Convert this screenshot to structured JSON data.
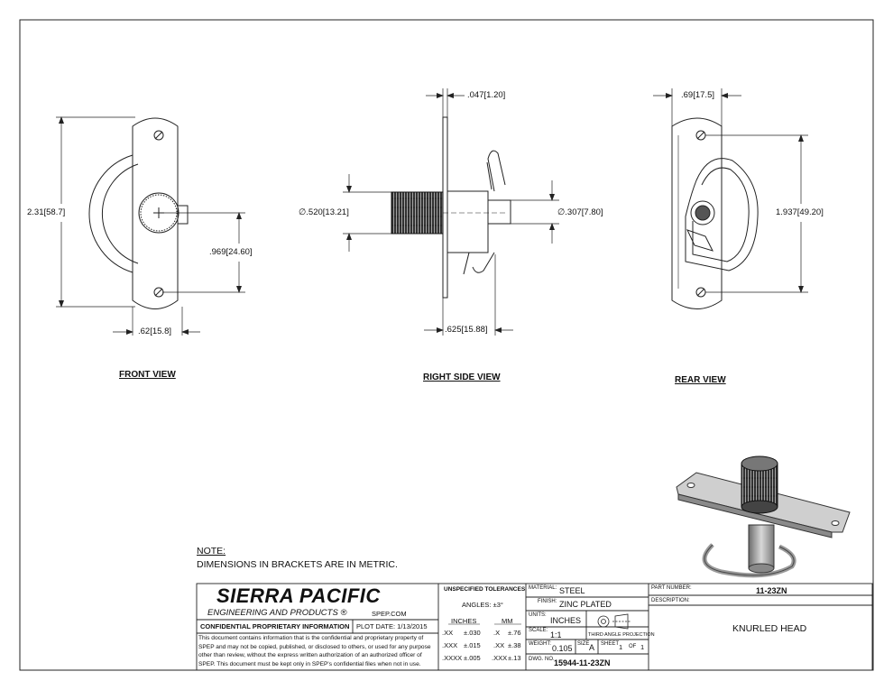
{
  "views": {
    "front": "FRONT VIEW",
    "side": "RIGHT SIDE VIEW",
    "rear": "REAR VIEW"
  },
  "dimensions": {
    "front_height": "2.31",
    "front_height_mm": "58.7",
    "front_hole_spacing": ".969",
    "front_hole_spacing_mm": "24.60",
    "front_width": ".62",
    "front_width_mm": "15.8",
    "side_thickness": ".047",
    "side_thickness_mm": "1.20",
    "side_knob_dia": "∅.520",
    "side_knob_dia_mm": "13.21",
    "side_pin_dia": "∅.307",
    "side_pin_dia_mm": "7.80",
    "side_length": ".625",
    "side_length_mm": "15.88",
    "rear_offset": ".69",
    "rear_offset_mm": "17.5",
    "rear_height": "1.937",
    "rear_height_mm": "49.20"
  },
  "note": {
    "title": "NOTE:",
    "text": "DIMENSIONS IN BRACKETS ARE IN METRIC."
  },
  "title_block": {
    "company": "SIERRA PACIFIC",
    "company_sub": "ENGINEERING AND PRODUCTS",
    "registered": "®",
    "website": "SPEP.COM",
    "confidential_header": "CONFIDENTIAL PROPRIETARY INFORMATION",
    "plot_date": "PLOT DATE:  1/13/2015",
    "confidential_text": "This document contains information that is the confidential and proprietary property of SPEP and may not be copied, published, or disclosed to others, or used for any purpose other than review, without the express written authorization of an authorized officer of SPEP. This document must be kept only in SPEP's confidential files when not in use.",
    "tol_header": "UNSPECIFIED TOLERANCES",
    "angles": "ANGLES:  ±3°",
    "inches_header": "INCHES",
    "mm_header": "MM",
    "tol_rows": [
      {
        "in_fmt": ".XX",
        "in_val": "±.030",
        "mm_fmt": ".X",
        "mm_val": "±.76"
      },
      {
        "in_fmt": ".XXX",
        "in_val": "±.015",
        "mm_fmt": ".XX",
        "mm_val": "±.38"
      },
      {
        "in_fmt": ".XXXX",
        "in_val": "±.005",
        "mm_fmt": ".XXX",
        "mm_val": "±.13"
      }
    ],
    "material_label": "MATERIAL:",
    "material": "STEEL",
    "finish_label": "FINISH:",
    "finish": "ZINC PLATED",
    "units_label": "UNITS:",
    "units": "INCHES",
    "projection": "THIRD ANGLE PROJECTION",
    "scale_label": "SCALE:",
    "scale": "1:1",
    "weight_label": "WEIGHT:",
    "weight": "0.105",
    "size_label": "SIZE",
    "size": "A",
    "sheet_label": "SHEET",
    "sheet_num": "1",
    "of_label": "OF",
    "sheet_total": "1",
    "dwg_label": "DWG. NO.",
    "dwg_no": "15944-11-23ZN",
    "part_label": "PART NUMBER:",
    "part_number": "11-23ZN",
    "desc_label": "DESCRIPTION:",
    "description": "KNURLED HEAD"
  }
}
